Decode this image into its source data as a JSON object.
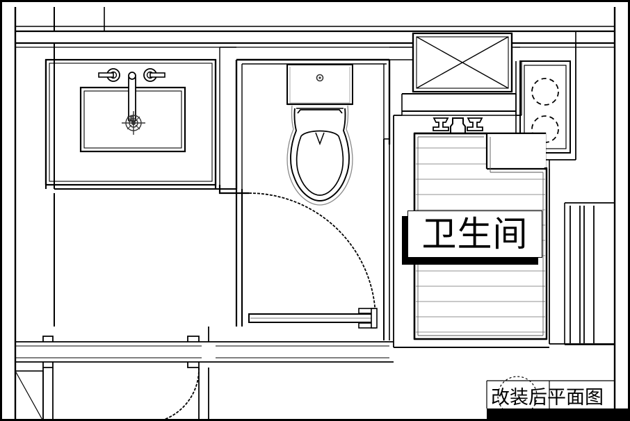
{
  "drawing": {
    "title_caption": "改装后平面图",
    "room_label": "卫生间",
    "drawing_type": "architectural-floor-plan",
    "line_color": "#000000",
    "background_color": "#ffffff",
    "hatch_color": "#a8a8a8"
  },
  "fixtures": {
    "sink": {
      "name": "vanity-sink",
      "faucet_label": "",
      "handles": 2,
      "drain_symbol": "crosshair-circle"
    },
    "toilet": {
      "name": "toilet",
      "flush_button": "circle",
      "orientation": "north"
    },
    "shower": {
      "name": "shower-area",
      "valve_handles": 2,
      "tile_lines": 13
    },
    "window": {
      "name": "window",
      "symbol": "x-crossed-rectangle"
    },
    "stove": {
      "name": "stove-burners",
      "burner_count": 2,
      "burner_style": "dashed-circle"
    },
    "door_main": {
      "name": "swing-door",
      "swing": "90-degree-arc",
      "hinge": "top-left"
    },
    "door_lower_left": {
      "name": "lower-left-door",
      "swing": "arc"
    }
  }
}
